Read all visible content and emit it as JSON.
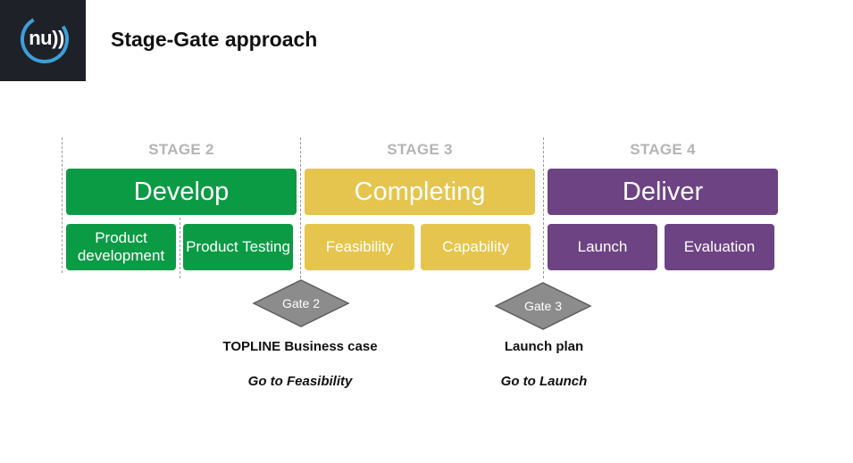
{
  "logo": {
    "text": "nu))",
    "colors": {
      "ring": "#3d9fd8",
      "background": "#1e2228"
    }
  },
  "header": {
    "title": "Stage-Gate approach"
  },
  "stages": [
    {
      "label": "STAGE 2",
      "title": "Develop",
      "color": "#0c9b45",
      "substeps": [
        {
          "label": "Product development"
        },
        {
          "label": "Product Testing"
        }
      ]
    },
    {
      "label": "STAGE 3",
      "title": "Completing",
      "color": "#e5c54d",
      "substeps": [
        {
          "label": "Feasibility"
        },
        {
          "label": "Capability"
        }
      ]
    },
    {
      "label": "STAGE 4",
      "title": "Deliver",
      "color": "#6d4384",
      "substeps": [
        {
          "label": "Launch"
        },
        {
          "label": "Evaluation"
        }
      ]
    }
  ],
  "gates": [
    {
      "label": "Gate 2",
      "deliverable": "TOPLINE Business case",
      "decision": "Go to Feasibility",
      "color": "#8c8c8c"
    },
    {
      "label": "Gate 3",
      "deliverable": "Launch plan",
      "decision": "Go to Launch",
      "color": "#8c8c8c"
    }
  ]
}
